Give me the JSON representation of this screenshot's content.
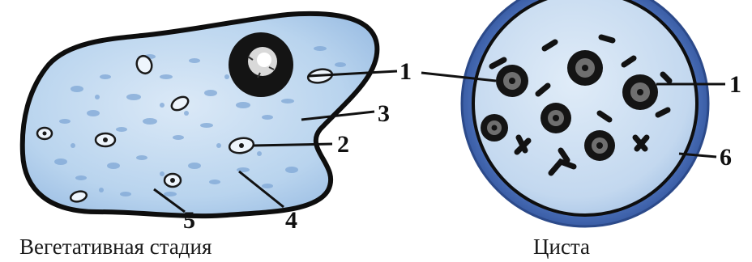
{
  "captions": {
    "vegetative": "Вегетативная стадия",
    "cyst": "Циста"
  },
  "labels": {
    "veg_nucleus": "1",
    "veg_digestive_vacuole": "2",
    "veg_ectoplasm": "3",
    "veg_endoplasm": "4",
    "veg_food_vacuole": "5",
    "cyst_nucleus_left": "1",
    "cyst_nucleus_right": "1",
    "cyst_wall": "6"
  },
  "colors": {
    "cytoplasm": "#b9d4ee",
    "cytoplasm_dark": "#7fa7d6",
    "outline": "#0e0e0e",
    "cyst_rim": "#5f83c6",
    "cyst_inner": "#c6dcf2",
    "nucleus": "#141414"
  }
}
